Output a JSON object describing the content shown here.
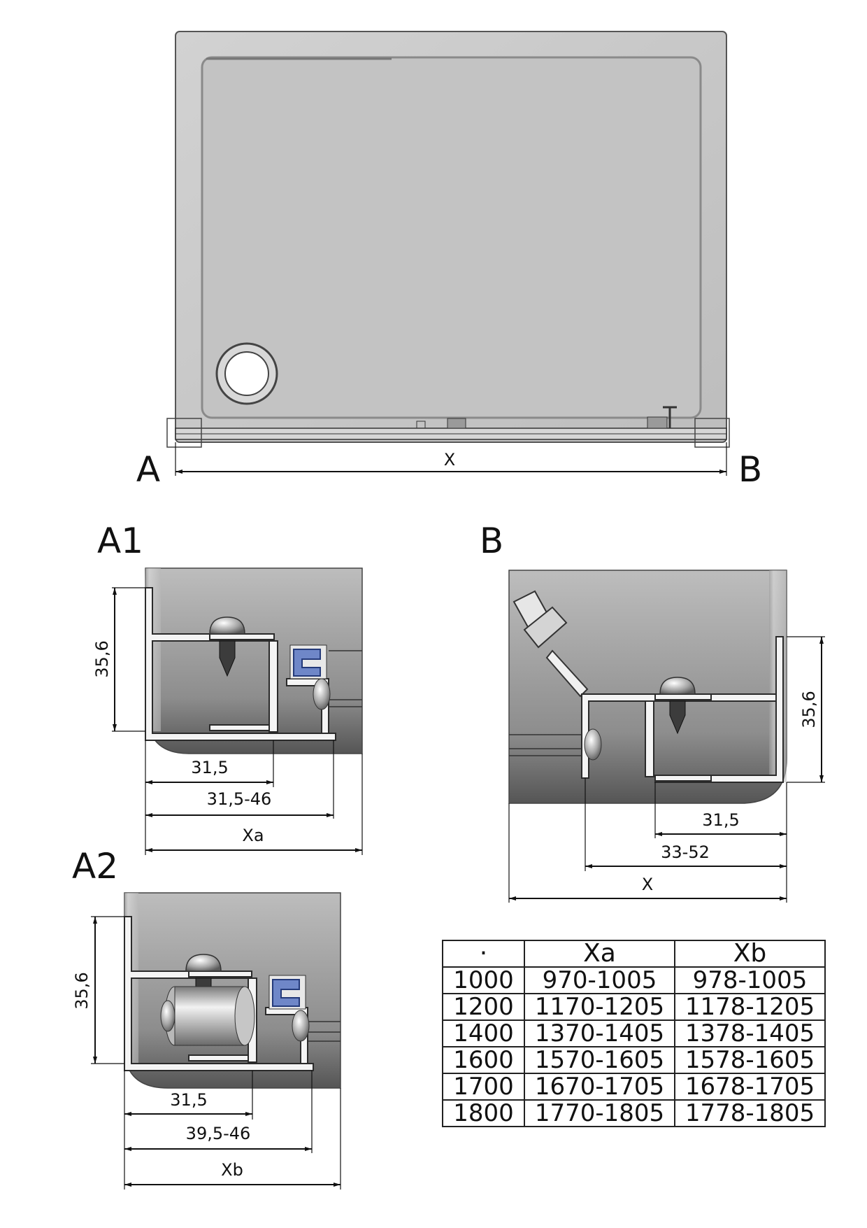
{
  "top_view": {
    "label_a": "A",
    "label_b": "B",
    "dim_x": "X"
  },
  "detail_a1": {
    "title": "A1",
    "dim_height": "35,6",
    "dim_profile": "31,5",
    "dim_range": "31,5-46",
    "dim_total": "Xa"
  },
  "detail_a2": {
    "title": "A2",
    "dim_height": "35,6",
    "dim_profile": "31,5",
    "dim_range": "39,5-46",
    "dim_total": "Xb"
  },
  "detail_b": {
    "title": "B",
    "dim_height": "35,6",
    "dim_profile": "31,5",
    "dim_range": "33-52",
    "dim_total": "X"
  },
  "table": {
    "headers": [
      "·",
      "Xa",
      "Xb"
    ],
    "rows": [
      [
        "1000",
        "970-1005",
        "978-1005"
      ],
      [
        "1200",
        "1170-1205",
        "1178-1205"
      ],
      [
        "1400",
        "1370-1405",
        "1378-1405"
      ],
      [
        "1600",
        "1570-1605",
        "1578-1605"
      ],
      [
        "1700",
        "1670-1705",
        "1678-1705"
      ],
      [
        "1800",
        "1770-1805",
        "1778-1805"
      ]
    ]
  },
  "colors": {
    "tray": "#c9c9c9",
    "tray_inner": "#bfbfbf",
    "gasket": "#6f87c8"
  }
}
